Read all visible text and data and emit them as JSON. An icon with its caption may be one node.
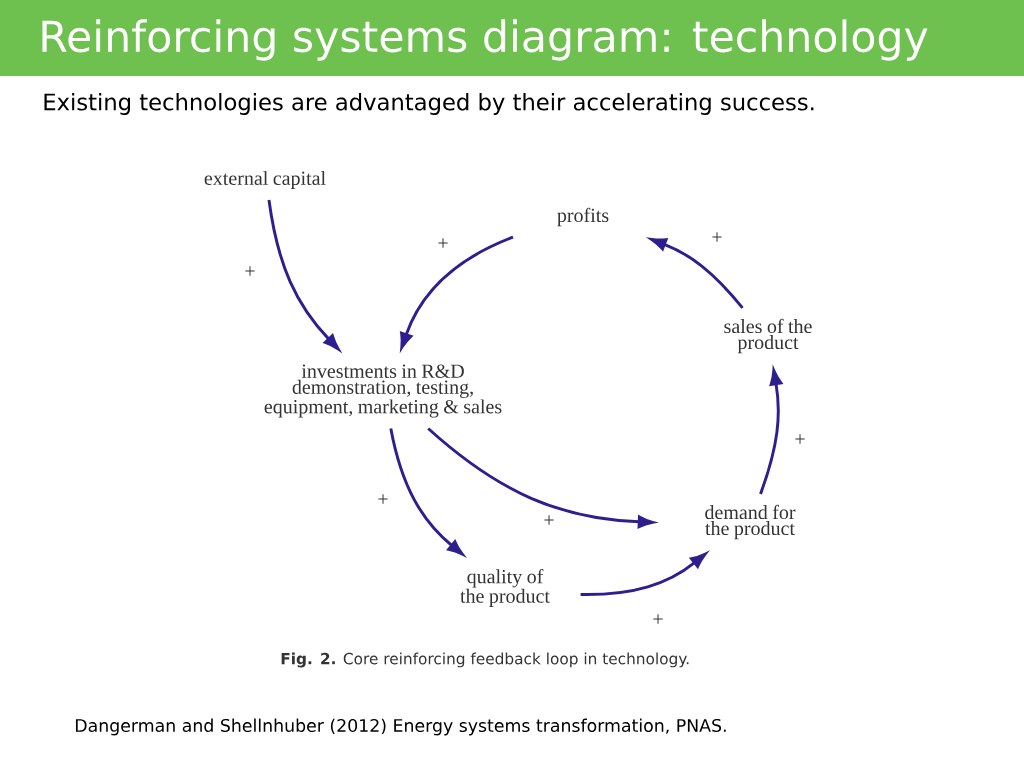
{
  "diagram": {
    "title": "Reinforcing systems diagram: technology",
    "caption": "**Fig. 2.** Core reinforcing feedback loop in technology.",
    "nodes": [
      {
        "text": [
          "external capital"
        ]
      },
      {
        "text": [
          "profits"
        ]
      },
      {
        "text": [
          "investments in R&D demonstration, testing, equipment, marketing & sales"
        ]
      },
      {
        "text": [
          "sales of the product"
        ]
      },
      {
        "text": [
          "quality of the product"
        ]
      },
      {
        "text": [
          "demand for the product"
        ]
      }
    ],
    "edges": [
      {
        "from": 0,
        "to": 2,
        "arrow": "to",
        "label": "+"
      },
      {
        "from": 1,
        "to": 2,
        "arrow": "to",
        "label": "+"
      },
      {
        "from": 3,
        "to": 1,
        "arrow": "to",
        "label": "+"
      },
      {
        "from": 5,
        "to": 3,
        "arrow": "to",
        "label": "+"
      },
      {
        "from": 2,
        "to": 4,
        "arrow": "to",
        "label": "+"
      },
      {
        "from": 2,
        "to": 5,
        "arrow": "to",
        "label": "+"
      },
      {
        "from": 4,
        "to": 5,
        "arrow": "to",
        "label": "+"
      }
    ],
    "labels": [
      "Existing technologies are advantaged by their accelerating success.",
      "Dangerman and Shellnhuber (2012) Energy systems transformation, PNAS."
    ]
  }
}
